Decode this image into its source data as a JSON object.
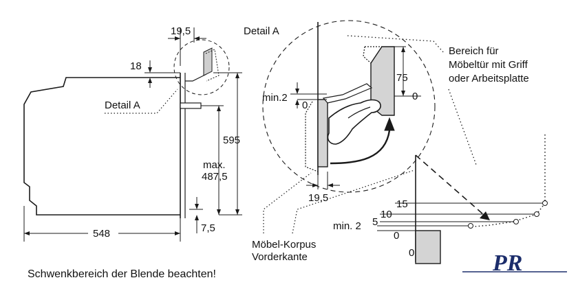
{
  "labels": {
    "dim_19_5_top": "19,5",
    "dim_18": "18",
    "detail_a_left": "Detail A",
    "dim_595": "595",
    "max_label": "max.",
    "dim_487_5": "487,5",
    "dim_7_5": "7,5",
    "dim_548": "548",
    "detail_a_title": "Detail A",
    "min2_detail": "min.2",
    "zero_detail": "0",
    "dim_75": "75",
    "zero_right": "0",
    "dim_19_5_detail": "19,5",
    "korpus_line1": "Möbel-Korpus",
    "korpus_line2": "Vorderkante",
    "bereich_line1": "Bereich für",
    "bereich_line2": "Möbeltür mit Griff",
    "bereich_line3": "oder Arbeitsplatte",
    "scale_15": "15",
    "scale_10": "10",
    "scale_5": "5",
    "scale_min2": "min. 2",
    "scale_0": "0",
    "scale_0_bottom": "0",
    "caption": "Schwenkbereich der Blende beachten!"
  },
  "logo": {
    "text": "PR"
  },
  "colors": {
    "ink": "#1a1a1a",
    "panel_fill": "#d4d4d4",
    "logo_blue": "#1c2d6b"
  }
}
